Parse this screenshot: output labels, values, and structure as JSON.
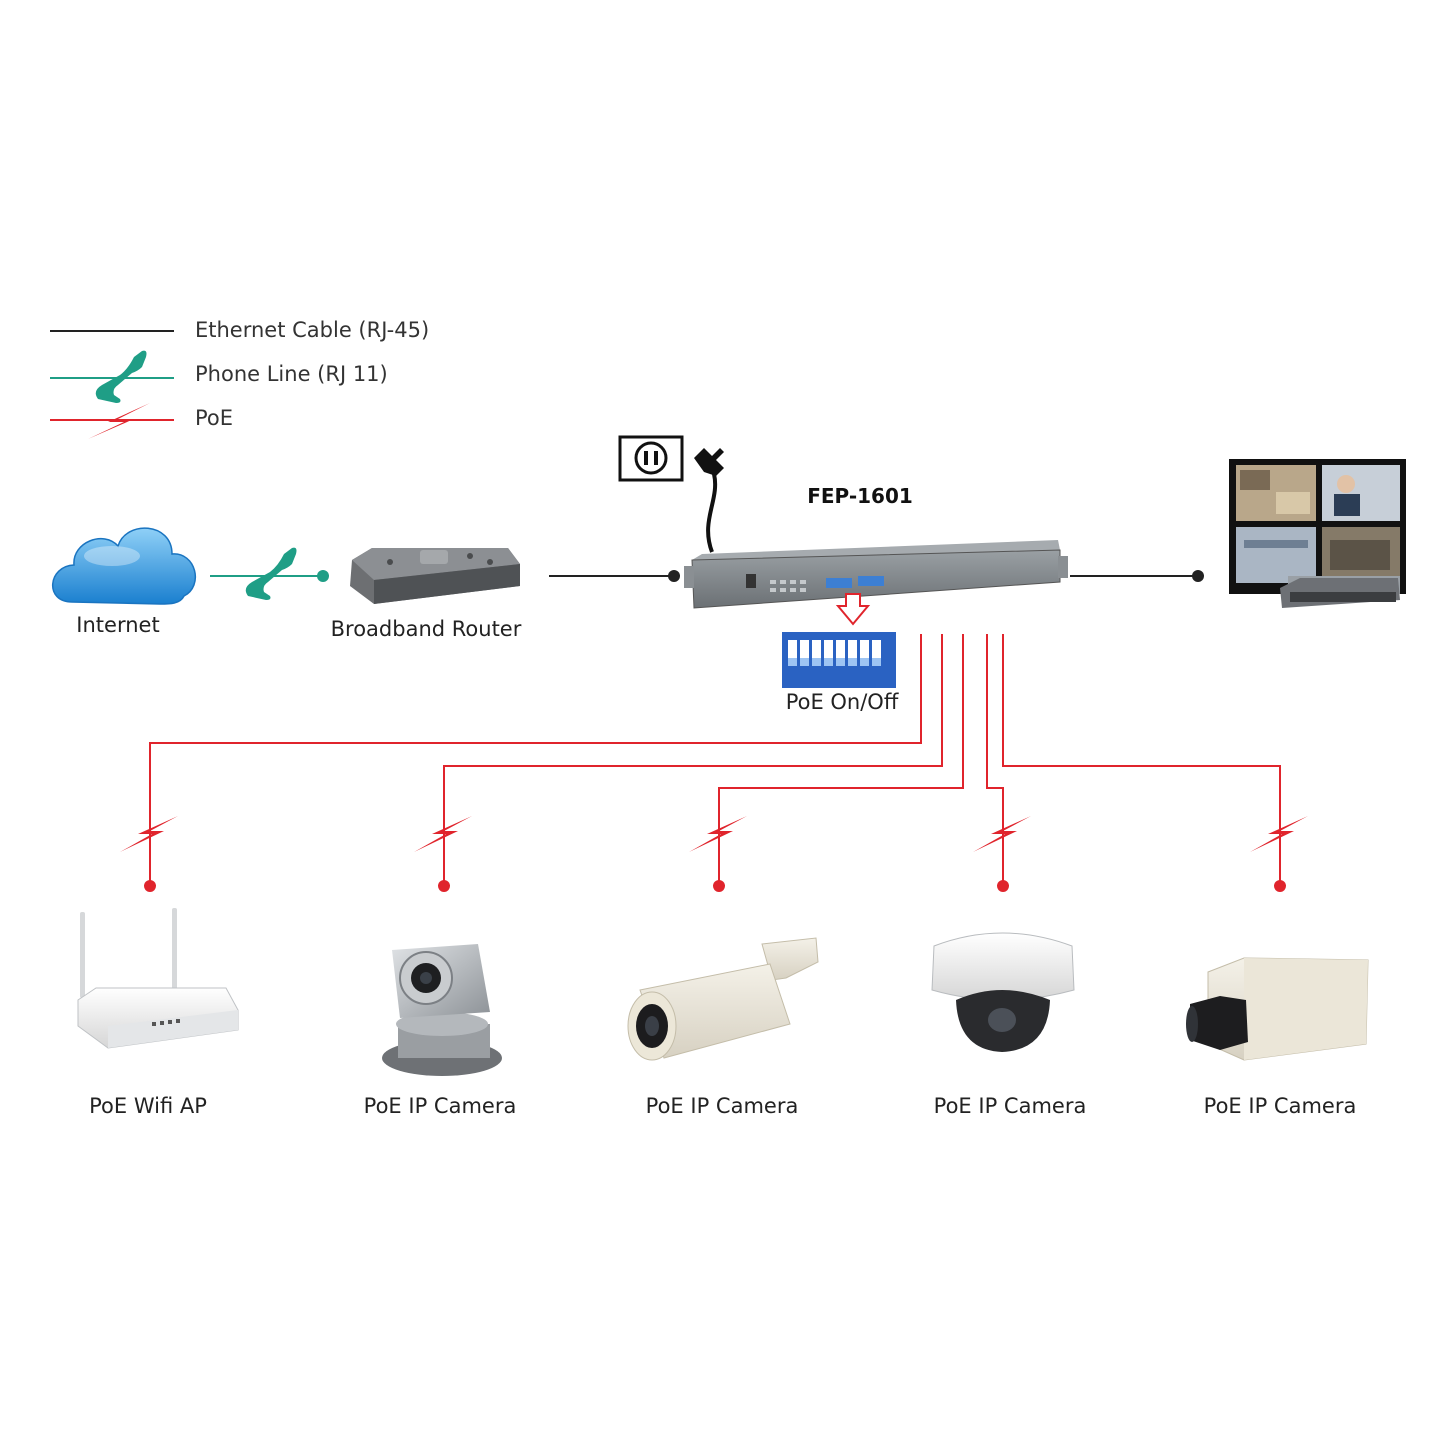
{
  "legend": {
    "ethernet": "Ethernet Cable (RJ-45)",
    "phone": "Phone Line (RJ 11)",
    "poe": "PoE"
  },
  "switch": {
    "model": "FEP-1601"
  },
  "labels": {
    "internet": "Internet",
    "router": "Broadband Router",
    "poe_switch_toggle": "PoE On/Off"
  },
  "devices": [
    {
      "label": "PoE Wifi AP"
    },
    {
      "label": "PoE IP Camera"
    },
    {
      "label": "PoE IP Camera"
    },
    {
      "label": "PoE IP Camera"
    },
    {
      "label": "PoE IP Camera"
    }
  ],
  "colors": {
    "ethernet": "#222222",
    "phone": "#1f9e86",
    "poe": "#e0242c",
    "cloud": "#3b9ee0",
    "switch_body": "#7f8488"
  }
}
